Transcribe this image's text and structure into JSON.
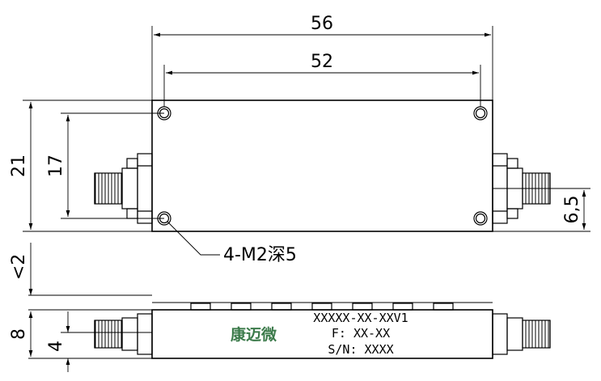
{
  "drawing": {
    "dimensions": {
      "overall_length": "56",
      "hole_spacing_x": "52",
      "overall_height": "21",
      "hole_spacing_y": "17",
      "connector_offset": "6,5",
      "thickness_top": "<2",
      "thickness": "8",
      "connector_height": "4"
    },
    "callout": "4-M2深5",
    "label": {
      "model": "XXXXX-XX-XXV1",
      "freq": "F: XX-XX",
      "serial": "S/N: XXXX"
    },
    "logo_text": "康迈微",
    "colors": {
      "line": "#000000",
      "logo": "#3b7a4a"
    }
  }
}
